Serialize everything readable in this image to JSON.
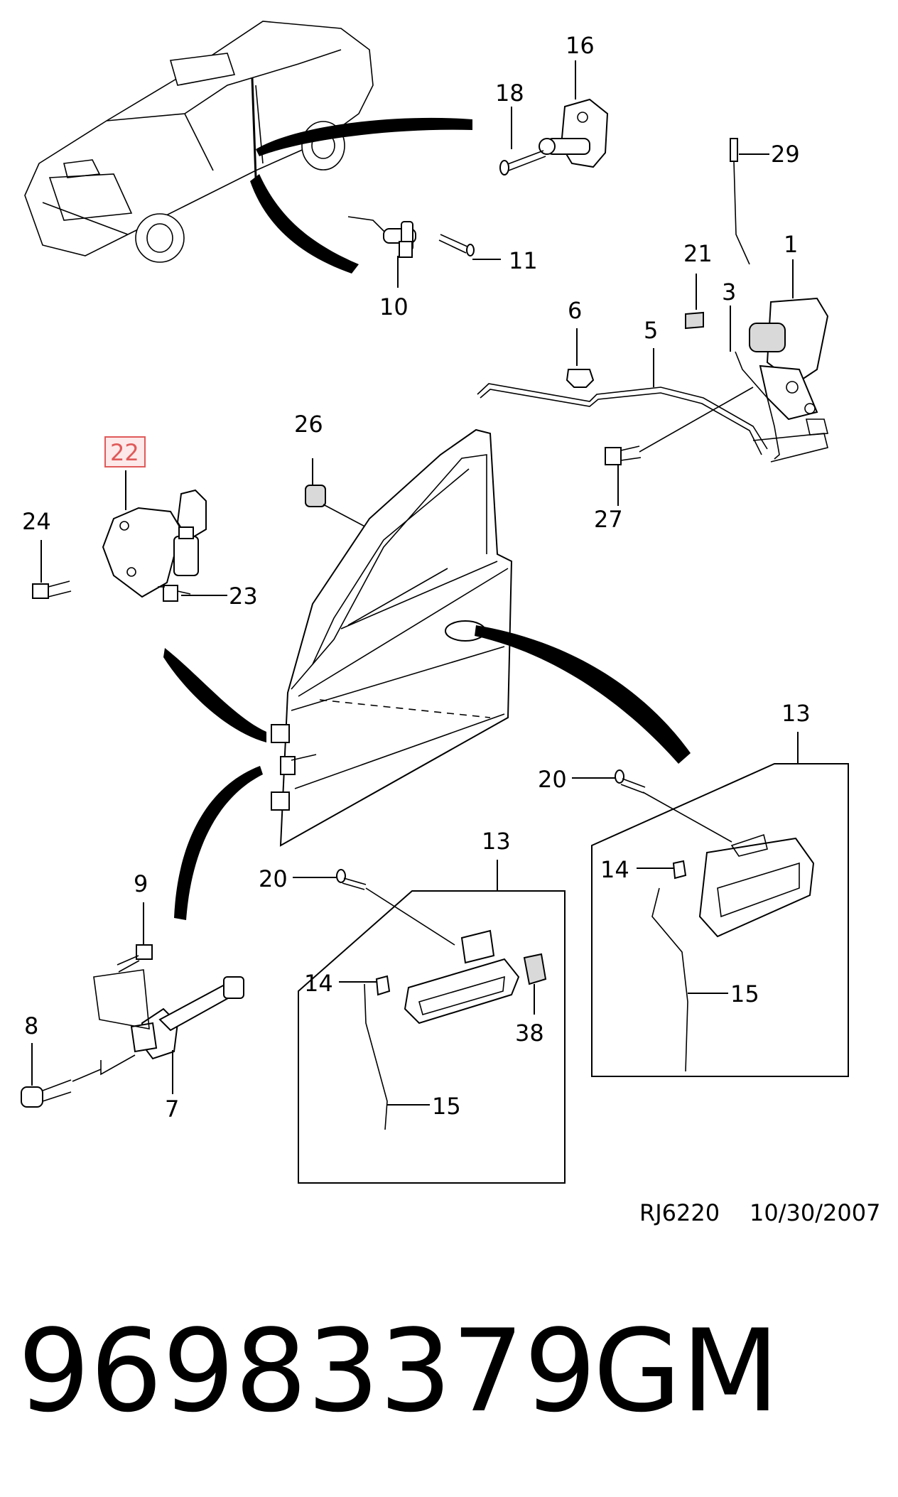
{
  "callouts": {
    "c1": "1",
    "c3": "3",
    "c5": "5",
    "c6": "6",
    "c7": "7",
    "c8": "8",
    "c9": "9",
    "c10": "10",
    "c11": "11",
    "c13a": "13",
    "c13b": "13",
    "c14a": "14",
    "c14b": "14",
    "c15a": "15",
    "c15b": "15",
    "c16": "16",
    "c18": "18",
    "c20a": "20",
    "c20b": "20",
    "c21": "21",
    "c22": "22",
    "c23": "23",
    "c24": "24",
    "c26": "26",
    "c27": "27",
    "c29": "29",
    "c38": "38"
  },
  "highlight": {
    "label": "22",
    "color": "#e05a5a"
  },
  "footer": {
    "ref": "RJ6220",
    "date": "10/30/2007",
    "part_number": "96983379",
    "brand": "GM"
  }
}
